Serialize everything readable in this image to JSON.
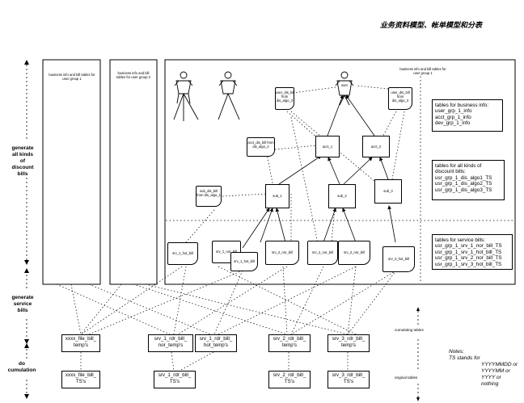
{
  "title": "业务资料模型、帐单模型和分表",
  "side_labels": {
    "discount": "generate\nall kinds\nof\ndiscount\nbills",
    "service": "generate\nservice\nbills",
    "cumulation": "do\ncumulation"
  },
  "panels": {
    "group1": "business info and bill tables for user group 1",
    "group2": "business info and bill tables for user group 2",
    "main_tag": "business info and bill tables for user group 1"
  },
  "nodes": {
    "user_dis_bill": "user_dis_bill from dis_algo_3",
    "acct_dis_bill": "acct_dis_bill from dis_algo_2",
    "sub_dis_bill": "sub_dis_bill from dis_algo_1",
    "acct_1": "acct_1",
    "acct_2": "acct_2",
    "sub_1": "sub_1",
    "sub_2": "sub_2",
    "sub_3": "sub_3",
    "user": "user",
    "hot1": "srv_1_hot_bill",
    "srv1nor": "srv_1_nor_bill",
    "srv1hot": "srv_1_hot_bill",
    "srv2nor": "srv_2_nor_bill",
    "srv2nor2": "srv_2_nor_bill",
    "srv2nor3": "srv_2_nor_bill",
    "srv3hot": "srv_3_hot_bill"
  },
  "info_business": {
    "heading": "tables for business info:",
    "lines": [
      "user_grp_1_info",
      "acct_grp_1_info",
      "dev_grp_1_info"
    ]
  },
  "info_discount": {
    "heading": "tables for all kinds of discount bills:",
    "lines": [
      "usr_grp_1_dis_algo1_TS",
      "usr_grp_1_dis_algo2_TS",
      "usr_grp_1_dis_algo3_TS"
    ]
  },
  "info_service": {
    "heading": "tables for service bills:",
    "lines": [
      "usr_grp_1_srv_1_nor_bill_TS",
      "usr_grp_1_srv_1_hot_bill_TS",
      "usr_grp_1_srv_2_nor_bill_TS",
      "usr_grp_1_srv_3_hot_bill_TS"
    ]
  },
  "temp_tables": [
    {
      "name": "xxxx_tmp_a",
      "line1": "xxxx_file_bill_",
      "line2": "temp's"
    },
    {
      "name": "srv1nor_tmp",
      "line1": "srv_1_rdr_bill_",
      "line2": "nor_temp's"
    },
    {
      "name": "srv1hot_tmp",
      "line1": "srv_1_rdr_bill_",
      "line2": "hot_temp's"
    },
    {
      "name": "srv2_tmp",
      "line1": "srv_2_rdr_bill_",
      "line2": "temp's"
    },
    {
      "name": "srv3_tmp",
      "line1": "srv_3_rdr_bill_",
      "line2": "temp's"
    }
  ],
  "ts_tables": [
    {
      "name": "xxxx_ts",
      "line1": "xxxx_file_bill_",
      "line2": "TS's"
    },
    {
      "name": "srv1_ts",
      "line1": "srv_1_rdr_bill_",
      "line2": "TS's"
    },
    {
      "name": "srv2_ts",
      "line1": "srv_2_rdr_bill_",
      "line2": "TS's"
    },
    {
      "name": "srv3_ts",
      "line1": "srv_3_rdr_bill_",
      "line2": "TS's"
    }
  ],
  "row_labels": {
    "cumulating": "cumulating tables",
    "original": "original tables"
  },
  "notes": {
    "heading": "Notes:",
    "lines": [
      "TS  stands for",
      "YYYYMMDD  or",
      "YYYYMM  or",
      "YYYY  or",
      "nothing"
    ]
  }
}
